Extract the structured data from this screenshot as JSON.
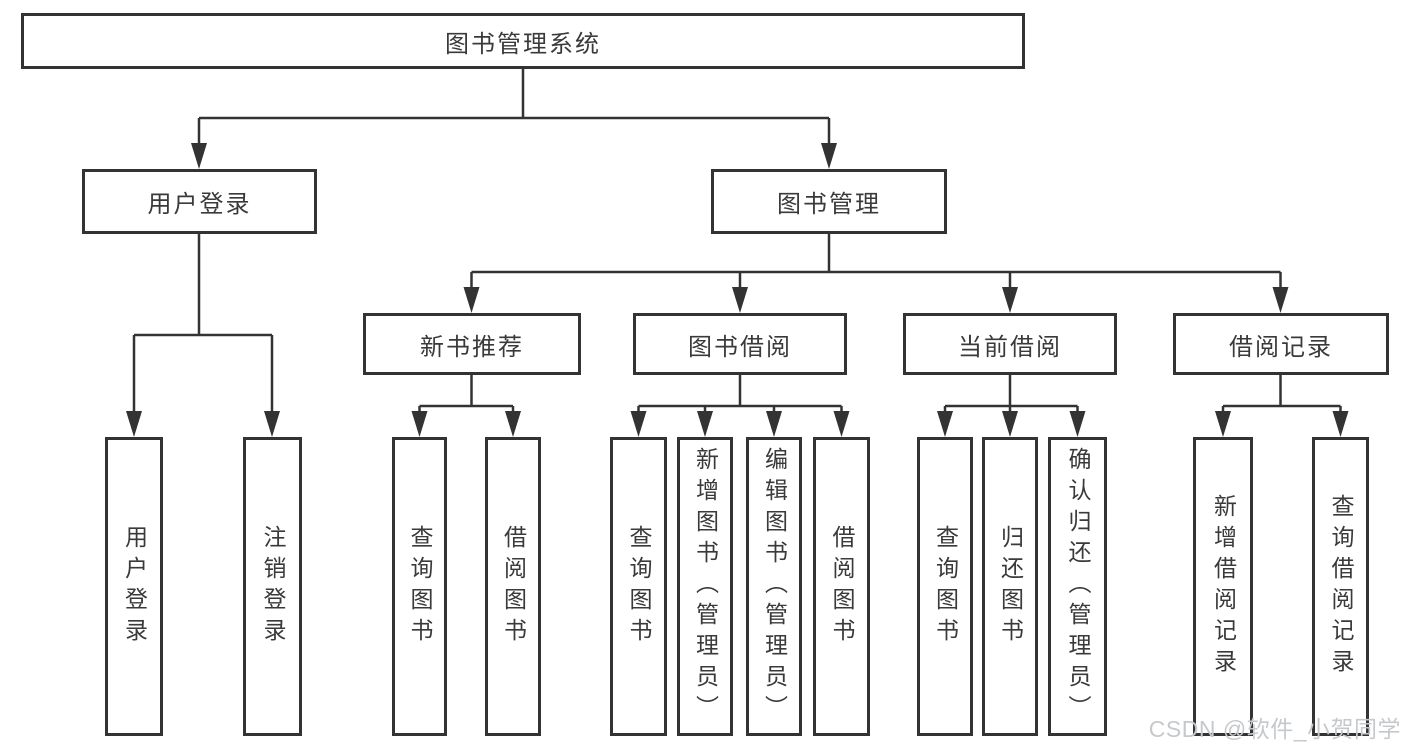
{
  "diagram": {
    "root": "图书管理系统",
    "branches": {
      "user_login": "用户登录",
      "book_management": "图书管理"
    },
    "modules": {
      "new_book_recommend": "新书推荐",
      "book_borrow": "图书借阅",
      "current_borrow": "当前借阅",
      "borrow_records": "借阅记录"
    },
    "leaves": {
      "user_login_1": "用户登录",
      "user_login_2": "注销登录",
      "new_book_1": "查询图书",
      "new_book_2": "借阅图书",
      "book_borrow_1": "查询图书",
      "book_borrow_2": "新增图书（管理员）",
      "book_borrow_3": "编辑图书（管理员）",
      "book_borrow_4": "借阅图书",
      "current_borrow_1": "查询图书",
      "current_borrow_2": "归还图书",
      "current_borrow_3": "确认归还（管理员）",
      "borrow_records_1": "新增借阅记录",
      "borrow_records_2": "查询借阅记录"
    }
  },
  "watermark": "CSDN @软件_小贺同学",
  "colors": {
    "line": "#333333",
    "border": "#333333",
    "text": "#3a3a3a",
    "watermark": "#c6c9cb",
    "background": "#ffffff"
  }
}
